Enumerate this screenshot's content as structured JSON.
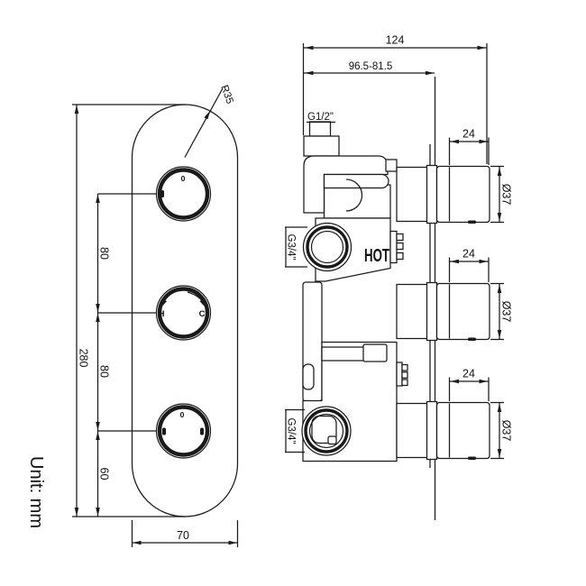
{
  "unit_note": "Unit: mm",
  "front_view": {
    "radius_label": "R35",
    "overall_height": "280",
    "spacing_top": "80",
    "spacing_middle": "80",
    "spacing_bottom": "60",
    "plate_width": "70",
    "knob_top_marking": "0",
    "knob_bottom_marking": "0",
    "hot_marking": "H",
    "cold_marking": "C"
  },
  "side_view": {
    "overall_depth": "124",
    "mounting_depth_range": "96.5-81.5",
    "outlet_thread": "G1/2\"",
    "hot_port_label": "HOT",
    "inlet_thread_top": "G3/4\"",
    "inlet_thread_bottom": "G3/4\"",
    "knob_depth": "24",
    "knob_diameter": "Ø37"
  },
  "colors": {
    "line": "#1a1a1a",
    "background": "#ffffff"
  }
}
